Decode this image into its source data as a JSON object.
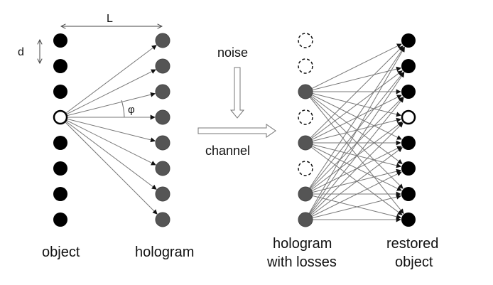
{
  "labels": {
    "distance": "L",
    "spacing": "d",
    "angle": "φ",
    "noise": "noise",
    "channel": "channel",
    "object": "object",
    "hologram": "hologram",
    "hologram_losses_line1": "hologram",
    "hologram_losses_line2": "with losses",
    "restored_line1": "restored",
    "restored_line2": "object"
  },
  "colors": {
    "black_dot": "#000000",
    "gray_dot": "#555555",
    "line": "#777777",
    "arrow_head": "#111111"
  },
  "rows": 8,
  "object_column": [
    "filled",
    "filled",
    "filled",
    "open",
    "filled",
    "filled",
    "filled",
    "filled"
  ],
  "hologram_column": [
    "gray",
    "gray",
    "gray",
    "gray",
    "gray",
    "gray",
    "gray",
    "gray"
  ],
  "lossy_hologram_column": [
    "lost",
    "lost",
    "gray",
    "lost",
    "gray",
    "lost",
    "gray",
    "gray"
  ],
  "restored_column": [
    "filled",
    "filled",
    "filled",
    "open",
    "filled",
    "filled",
    "filled",
    "filled"
  ],
  "source_row": 3,
  "surviving_rows": [
    2,
    4,
    6,
    7
  ]
}
